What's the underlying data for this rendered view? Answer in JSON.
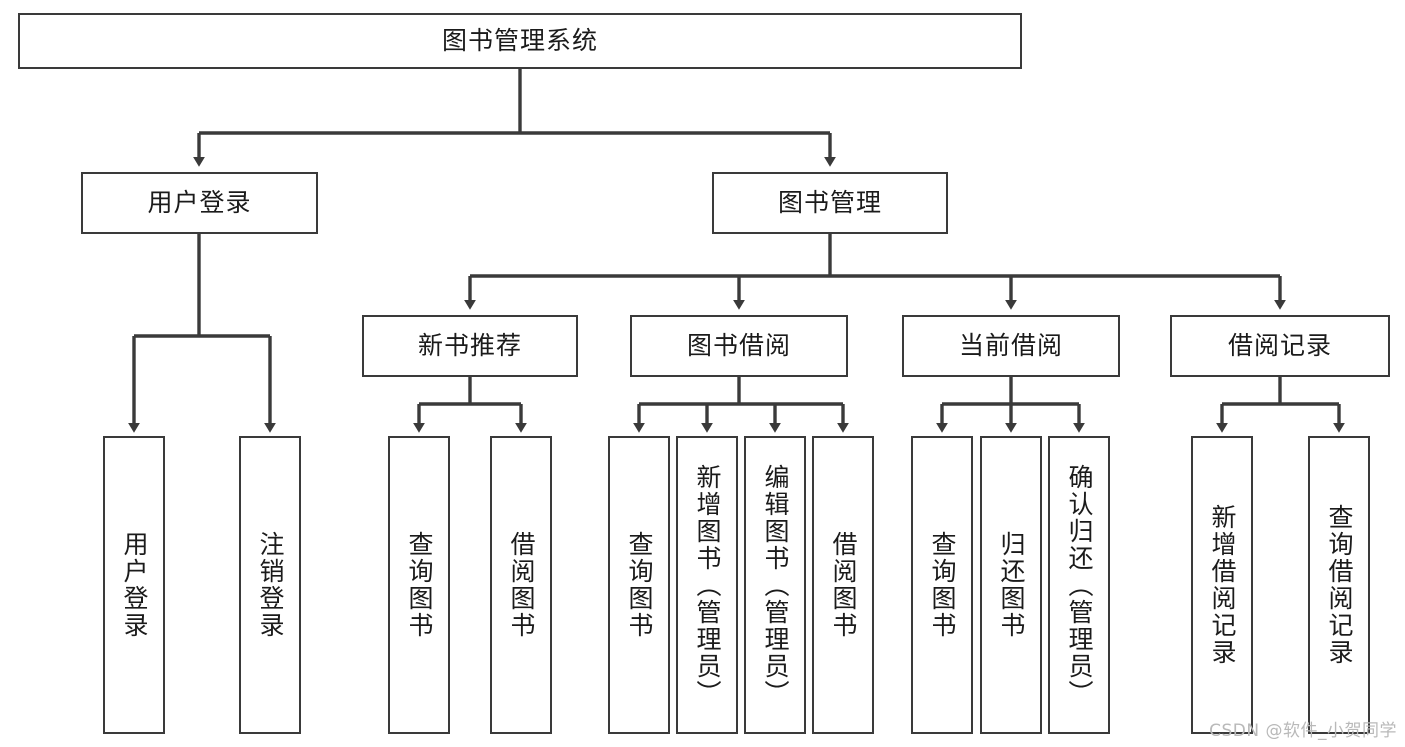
{
  "diagram": {
    "type": "tree",
    "title": "图书管理系统",
    "watermark": "CSDN @软件_小贺同学",
    "colors": {
      "box_border": "#3a3a3a",
      "box_fill": "#ffffff",
      "connector": "#3a3a3a",
      "text": "#1b1b1b",
      "watermark": "#b9b9b9",
      "background": "#ffffff"
    },
    "nodes": {
      "root": {
        "label": "图书管理系统"
      },
      "level2": [
        {
          "id": "user-login",
          "label": "用户登录"
        },
        {
          "id": "book-manage",
          "label": "图书管理"
        }
      ],
      "level3": [
        {
          "id": "new-book-recommend",
          "label": "新书推荐"
        },
        {
          "id": "book-borrow",
          "label": "图书借阅"
        },
        {
          "id": "current-borrow",
          "label": "当前借阅"
        },
        {
          "id": "borrow-record",
          "label": "借阅记录"
        }
      ],
      "leaves": {
        "user_login": [
          {
            "id": "leaf-user-login",
            "label": "用户登录"
          },
          {
            "id": "leaf-logout-login",
            "label": "注销登录"
          }
        ],
        "new_book_recommend": [
          {
            "id": "leaf-query-book-1",
            "label": "查询图书"
          },
          {
            "id": "leaf-borrow-book-1",
            "label": "借阅图书"
          }
        ],
        "book_borrow": [
          {
            "id": "leaf-query-book-2",
            "label": "查询图书"
          },
          {
            "id": "leaf-add-book",
            "label": "新增图书（管理员）"
          },
          {
            "id": "leaf-edit-book",
            "label": "编辑图书（管理员）"
          },
          {
            "id": "leaf-borrow-book-2",
            "label": "借阅图书"
          }
        ],
        "current_borrow": [
          {
            "id": "leaf-query-book-3",
            "label": "查询图书"
          },
          {
            "id": "leaf-return-book",
            "label": "归还图书"
          },
          {
            "id": "leaf-confirm-return",
            "label": "确认归还（管理员）"
          }
        ],
        "borrow_record": [
          {
            "id": "leaf-add-record",
            "label": "新增借阅记录"
          },
          {
            "id": "leaf-query-record",
            "label": "查询借阅记录"
          }
        ]
      }
    }
  }
}
